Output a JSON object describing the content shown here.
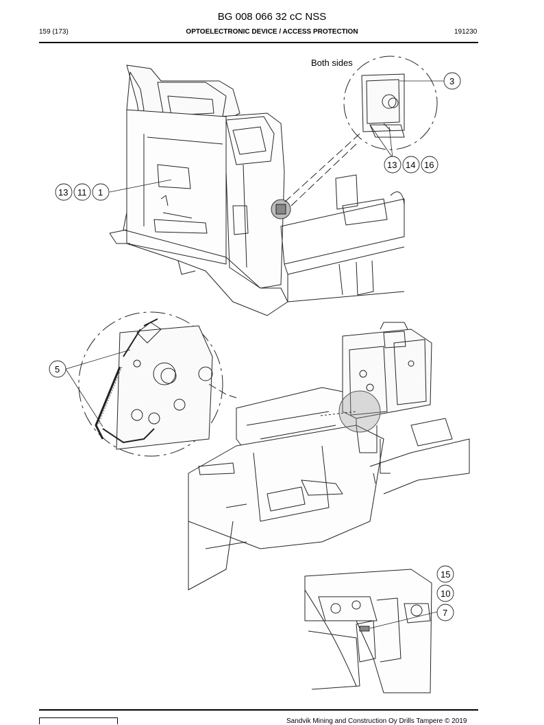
{
  "header": {
    "doc_title": "BG 008 066 32 cC NSS",
    "page": "159 (173)",
    "section": "OPTOELECTRONIC DEVICE / ACCESS PROTECTION",
    "date_code": "191230"
  },
  "figure": {
    "note_both_sides": "Both sides",
    "callouts": [
      "3",
      "13",
      "14",
      "16",
      "13",
      "11",
      "1",
      "5",
      "15",
      "10",
      "7"
    ]
  },
  "footer": {
    "copyright": "Sandvik Mining and Construction Oy Drills Tampere © 2019"
  }
}
